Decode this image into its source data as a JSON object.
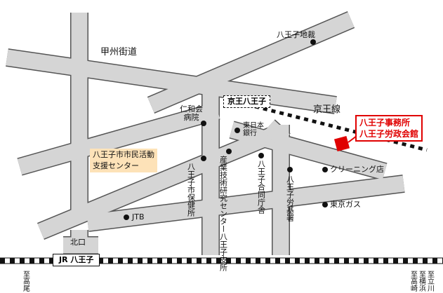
{
  "roads": {
    "koshu_kaido": "甲州街道",
    "kitaguchi": "北口"
  },
  "railways": {
    "keio_line": "京王線",
    "keio_station": "京王八王子",
    "jr_station": "JR 八王子"
  },
  "destination": {
    "line1": "八王子事務所",
    "line2": "八王子労政会館",
    "marker_color": "#e00000"
  },
  "civic_center": {
    "line1": "八王子市市民活動",
    "line2": "支援センター",
    "color": "#fde2b8"
  },
  "landmarks": {
    "district_court": "八王子地裁",
    "jinwakai_1": "仁和会",
    "jinwakai_2": "病院",
    "higashi_nihon_bank_1": "東日本",
    "higashi_nihon_bank_2": "銀行",
    "health_center": "八王子市保健所",
    "industry_center": "産業技術研究センター八王子支所",
    "joint_office": "八王子合同庁舎",
    "labor_office": "八王子労基署",
    "cleaning": "クリーニング店",
    "tokyo_gas": "東京ガス",
    "jtb": "JTB"
  },
  "directions": {
    "left": "至高尾",
    "right_1": "至高崎",
    "right_2": "至横浜",
    "right_3": "至立川"
  },
  "colors": {
    "road": "#d5d5d5",
    "road_edge": "#555555",
    "destination": "#e00000"
  }
}
